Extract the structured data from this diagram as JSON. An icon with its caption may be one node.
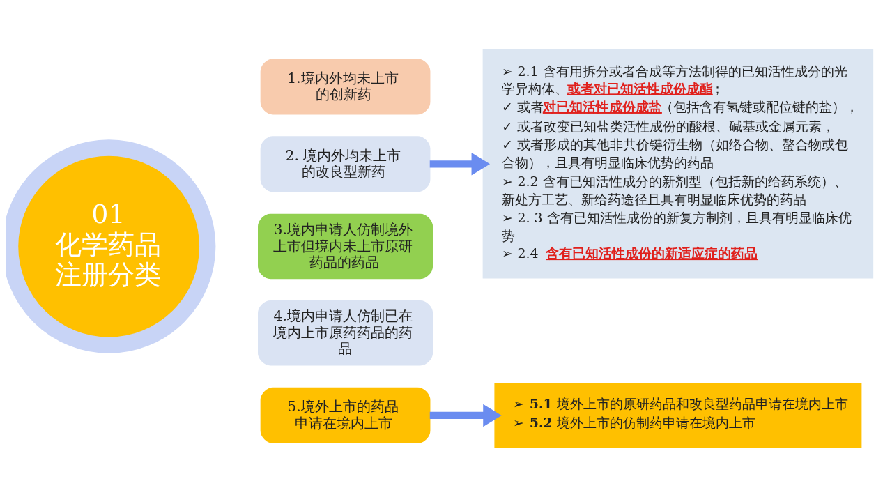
{
  "diagram": {
    "nodes": [
      {
        "text": [
          "01",
          "化学药品注册分类"
        ]
      },
      {
        "text": [
          "1.境内外均未上市的创新药"
        ]
      },
      {
        "text": [
          "2. 境内外均未上市的改良型新药"
        ]
      },
      {
        "text": [
          "3.境内申请人仿制境外上市但境内未上市原研药品的药品"
        ]
      },
      {
        "text": [
          "4.境内申请人仿制已在境内上市原药药品的药品"
        ]
      },
      {
        "text": [
          "5.境外上市的药品申请在境内上市"
        ]
      },
      {
        "text": [
          "➢ 2.1 含有用拆分或者合成等方法制得的已知活性成分的光学异构体、**或者对已知活性成份成酯**；",
          "✓ 或者**对已知活性成份成盐**（包括含有氢键或配位键的盐），",
          "✓ 或者改变已知盐类活性成份的酸根、碱基或金属元素，",
          "✓ 或者形成的其他非共价键衍生物（如络合物、螯合物或包合物），且具有明显临床优势的药品",
          "➢ 2.2 含有已知活性成分的新剂型（包括新的给药系统）、新处方工艺、新给药途径且具有明显临床优势的药品",
          "➢ 2. 3 含有已知活性成份的新复方制剂，且具有明显临床优势",
          "➢ 2.4 **含有已知活性成份的新适应症的药品**"
        ]
      },
      {
        "text": [
          "➢ **5.1** 境外上市的原研药品和改良型药品申请在境内上市",
          "➢ **5.2** 境外上市的仿制药申请在境内上市"
        ]
      }
    ],
    "edges": [
      {
        "from": 2,
        "to": 6,
        "arrow": "to"
      },
      {
        "from": 5,
        "to": 7,
        "arrow": "to"
      }
    ]
  }
}
